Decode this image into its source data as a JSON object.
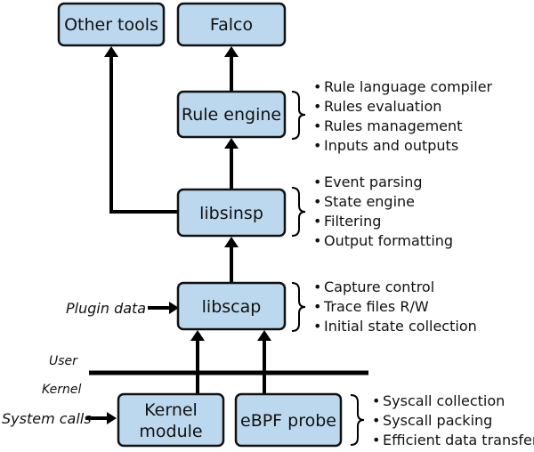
{
  "boxes": {
    "other_tools": "Other tools",
    "falco": "Falco",
    "rule_engine": "Rule engine",
    "libsinsp": "libsinsp",
    "libscap": "libscap",
    "kernel_module_line1": "Kernel",
    "kernel_module_line2": "module",
    "ebpf_probe": "eBPF probe"
  },
  "rule_engine_features": [
    "Rule language compiler",
    "Rules evaluation",
    "Rules management",
    "Inputs and outputs"
  ],
  "libsinsp_features": [
    "Event parsing",
    "State engine",
    "Filtering",
    "Output formatting"
  ],
  "libscap_features": [
    "Capture control",
    "Trace files R/W",
    "Initial state collection"
  ],
  "driver_features": [
    "Syscall collection",
    "Syscall packing",
    "Efficient data transfer"
  ],
  "inputs": {
    "plugin_data": "Plugin data",
    "system_calls": "System calls"
  },
  "layers": {
    "user": "User",
    "kernel": "Kernel"
  },
  "bullet": "•",
  "colors": {
    "box_fill": "#bcd8ee",
    "line": "#000000"
  }
}
